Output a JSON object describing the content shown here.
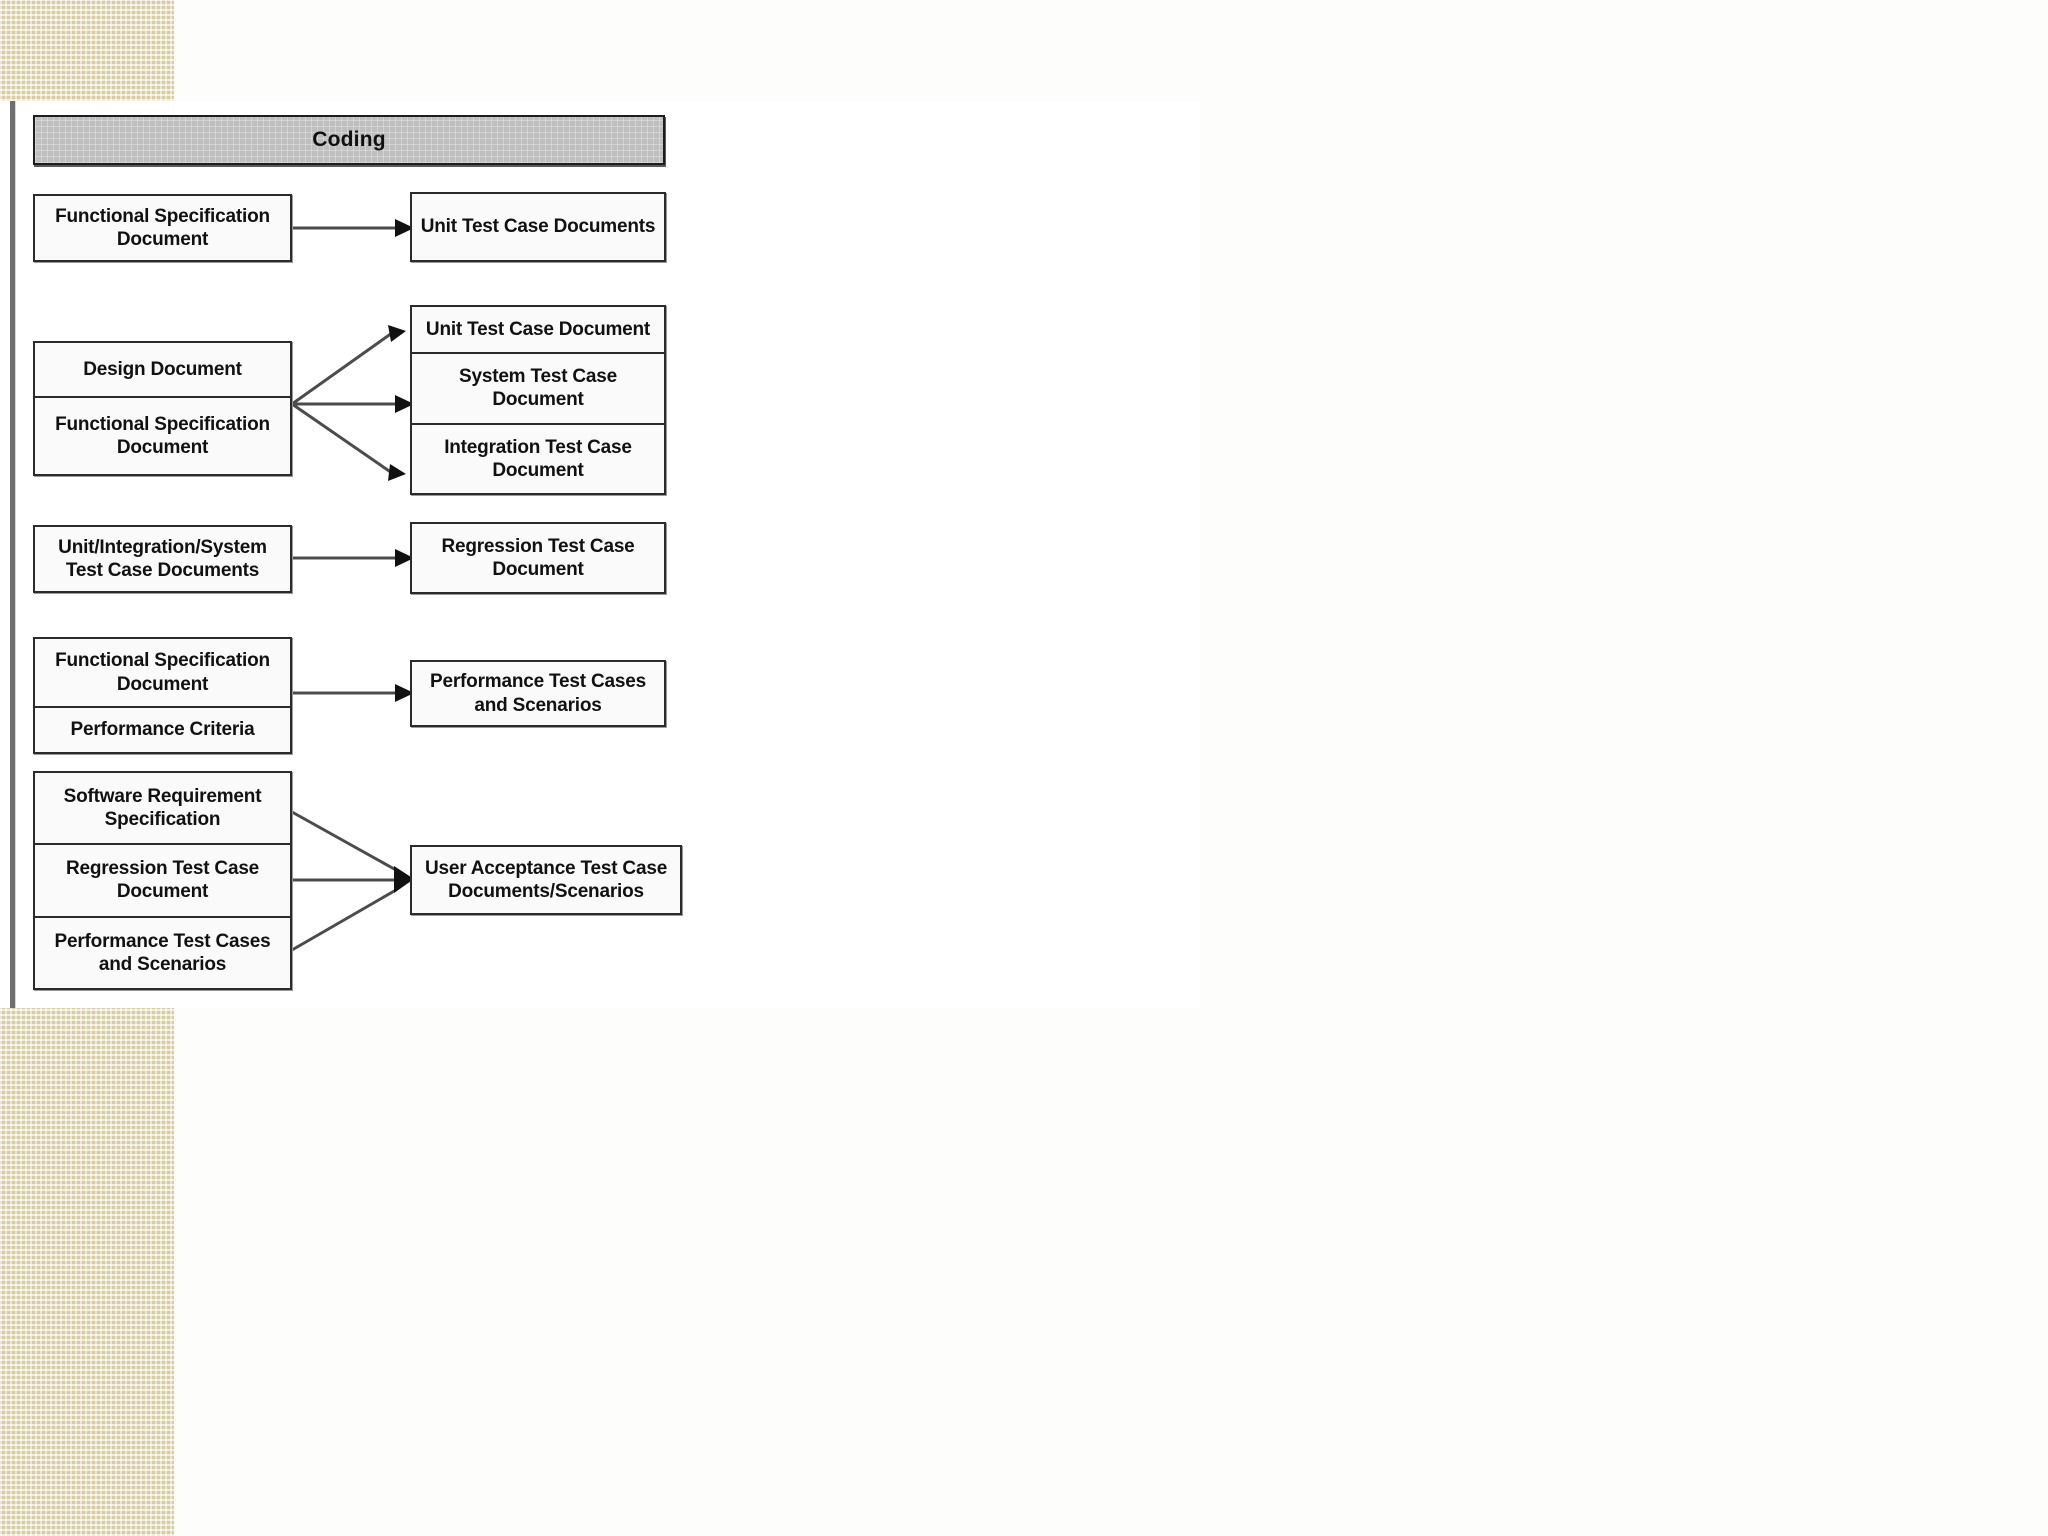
{
  "slide": {
    "header": {
      "label": "Coding"
    },
    "background_color": "#fdfefb",
    "accent_texture_color": "#ecdfb4",
    "header_fill_color": "#bfbfbf",
    "node_border_color": "#2b2b2b",
    "arrow_color": "#4c4c4c"
  },
  "chart_data": {
    "type": "diagram",
    "title": "Coding",
    "description": "Test artefact derivation flow: input documents on the left produce test-case documents on the right.",
    "groups": [
      {
        "id": "g1",
        "inputs": [
          "Functional Specification Document"
        ],
        "outputs": [
          "Unit Test Case Documents"
        ],
        "edges": [
          {
            "from": 0,
            "to": 0
          }
        ]
      },
      {
        "id": "g2",
        "inputs": [
          "Design Document",
          "Functional Specification Document"
        ],
        "outputs": [
          "Unit Test Case Document",
          "System Test Case Document",
          "Integration Test Case Document"
        ],
        "edges": [
          {
            "from": "group",
            "to": 0
          },
          {
            "from": "group",
            "to": 1
          },
          {
            "from": "group",
            "to": 2
          }
        ]
      },
      {
        "id": "g3",
        "inputs": [
          "Unit/Integration/System Test Case Documents"
        ],
        "outputs": [
          "Regression Test Case Document"
        ],
        "edges": [
          {
            "from": 0,
            "to": 0
          }
        ]
      },
      {
        "id": "g4",
        "inputs": [
          "Functional Specification Document",
          "Performance Criteria"
        ],
        "outputs": [
          "Performance Test Cases and Scenarios"
        ],
        "edges": [
          {
            "from": "group",
            "to": 0
          }
        ]
      },
      {
        "id": "g5",
        "inputs": [
          "Software Requirement Specification",
          "Regression Test Case Document",
          "Performance Test Cases and Scenarios"
        ],
        "outputs": [
          "User Acceptance Test Case Documents/Scenarios"
        ],
        "edges": [
          {
            "from": 0,
            "to": 0
          },
          {
            "from": 1,
            "to": 0
          },
          {
            "from": 2,
            "to": 0
          }
        ]
      }
    ]
  },
  "nodes": {
    "g1_in_1": "Functional Specification Document",
    "g1_out_1": "Unit Test Case Documents",
    "g2_in_1": "Design Document",
    "g2_in_2": "Functional Specification Document",
    "g2_out_1": "Unit Test Case Document",
    "g2_out_2": "System Test Case Document",
    "g2_out_3": "Integration Test Case Document",
    "g3_in_1": "Unit/Integration/System Test Case Documents",
    "g3_out_1": "Regression Test Case Document",
    "g4_in_1": "Functional Specification Document",
    "g4_in_2": "Performance Criteria",
    "g4_out_1": "Performance Test Cases and Scenarios",
    "g5_in_1": "Software Requirement Specification",
    "g5_in_2": "Regression Test Case Document",
    "g5_in_3": "Performance Test Cases and Scenarios",
    "g5_out_1": "User Acceptance Test Case Documents/Scenarios"
  }
}
